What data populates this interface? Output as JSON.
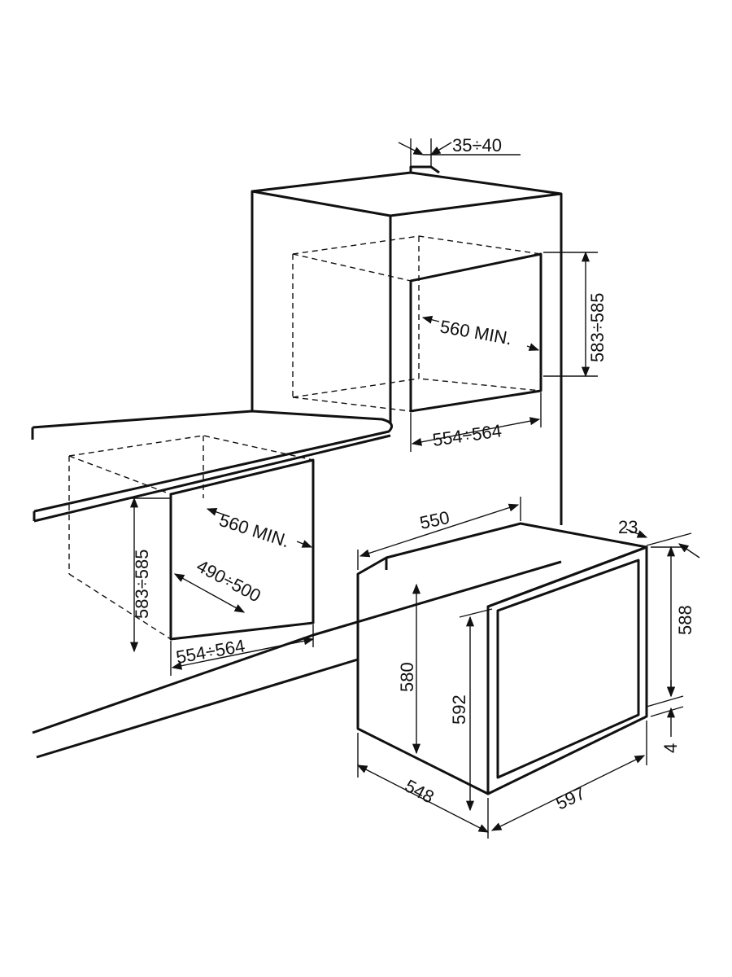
{
  "diagram": {
    "title": "Built-in oven installation dimensions",
    "labels": {
      "top_gap": "35÷40",
      "upper_height": "583÷585",
      "upper_depth": "560 MIN.",
      "upper_width": "554÷564",
      "lower_depth": "560 MIN.",
      "lower_height": "583÷585",
      "lower_inner": "490÷500",
      "lower_width": "554÷564",
      "oven_depth_top": "550",
      "oven_door_thickness": "23",
      "oven_front_height": "588",
      "oven_body_height": "580",
      "oven_total_height": "592",
      "oven_bottom_gap": "4",
      "oven_side_depth": "548",
      "oven_width": "597"
    }
  }
}
